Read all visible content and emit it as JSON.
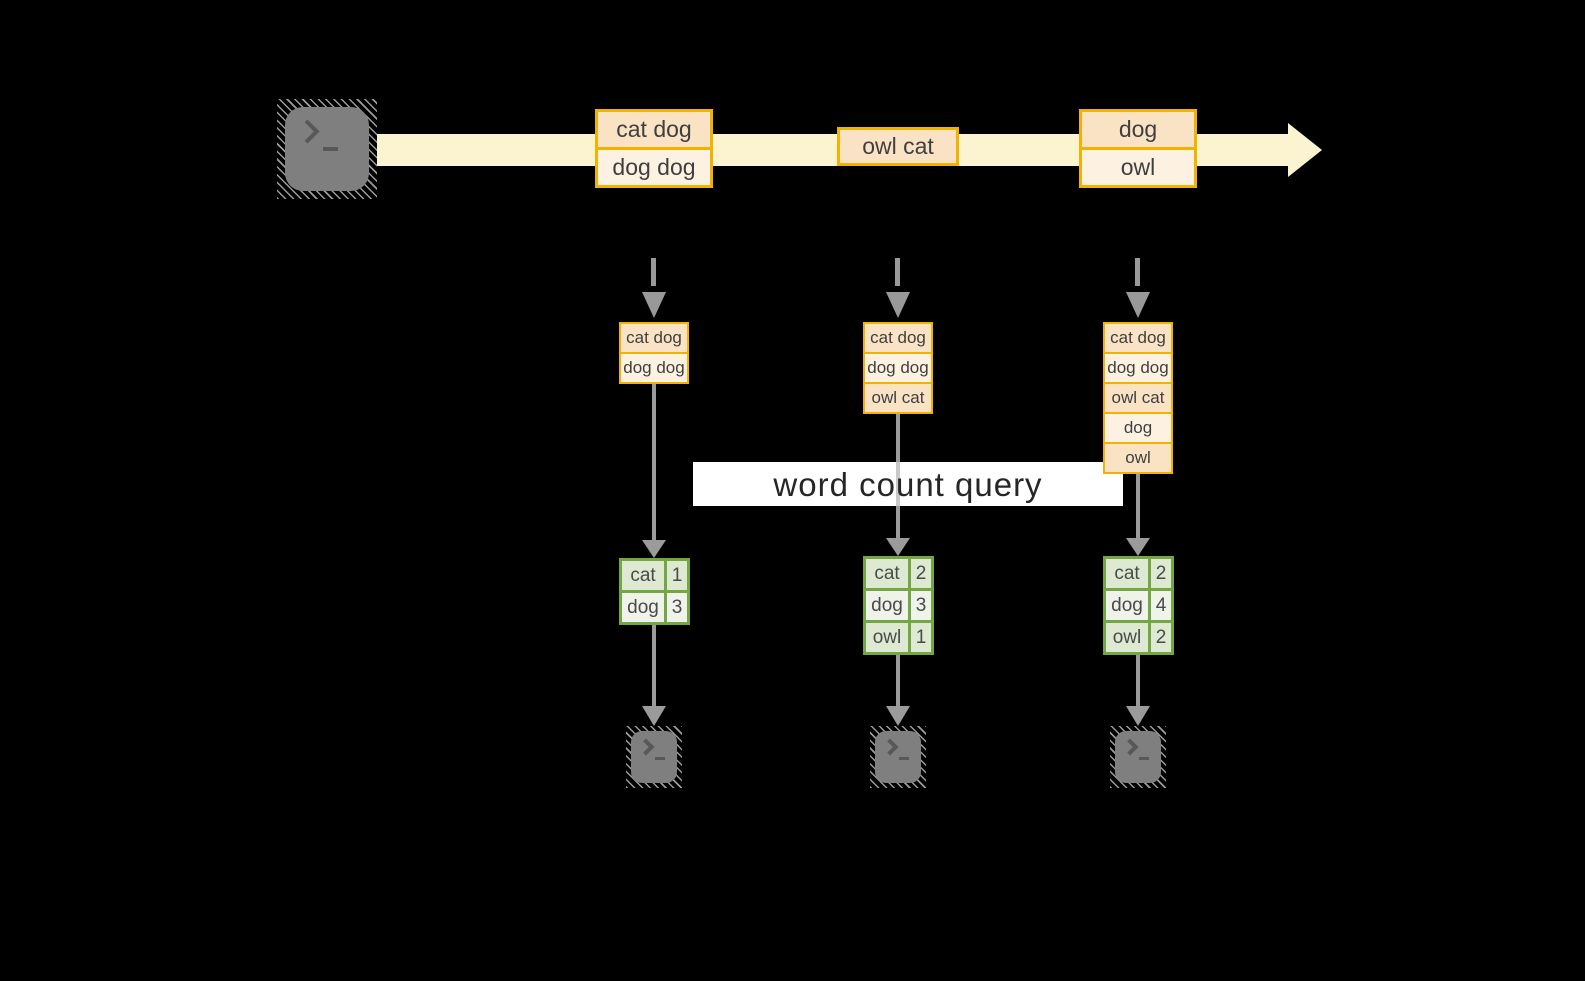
{
  "title": "word count query",
  "stream": {
    "batches": [
      {
        "cells": [
          "cat dog",
          "dog dog"
        ]
      },
      {
        "cells": [
          "owl cat"
        ]
      },
      {
        "cells": [
          "dog",
          "owl"
        ]
      }
    ]
  },
  "columns": [
    {
      "buffer": [
        "cat dog",
        "dog dog"
      ],
      "table": {
        "rows": [
          {
            "word": "cat",
            "count": "1"
          },
          {
            "word": "dog",
            "count": "3"
          }
        ]
      }
    },
    {
      "buffer": [
        "cat dog",
        "dog dog",
        "owl cat"
      ],
      "table": {
        "rows": [
          {
            "word": "cat",
            "count": "2"
          },
          {
            "word": "dog",
            "count": "3"
          },
          {
            "word": "owl",
            "count": "1"
          }
        ]
      }
    },
    {
      "buffer": [
        "cat dog",
        "dog dog",
        "owl cat",
        "dog",
        "owl"
      ],
      "table": {
        "rows": [
          {
            "word": "cat",
            "count": "2"
          },
          {
            "word": "dog",
            "count": "4"
          },
          {
            "word": "owl",
            "count": "2"
          }
        ]
      }
    }
  ],
  "icons": {
    "source": "terminal-icon",
    "workers": [
      "terminal-icon",
      "terminal-icon",
      "terminal-icon"
    ]
  },
  "colors": {
    "background": "#000000",
    "accent_orange": "#f2b200",
    "fill_peach": "#fae3c4",
    "fill_cream": "#fdf2e1",
    "stream_band": "#fcf3d0",
    "table_green_border": "#73a744",
    "table_row_green": "#dee9d2",
    "table_row_light": "#eff3ea",
    "connector_gray": "#999999",
    "icon_gray": "#7f7f7f"
  }
}
